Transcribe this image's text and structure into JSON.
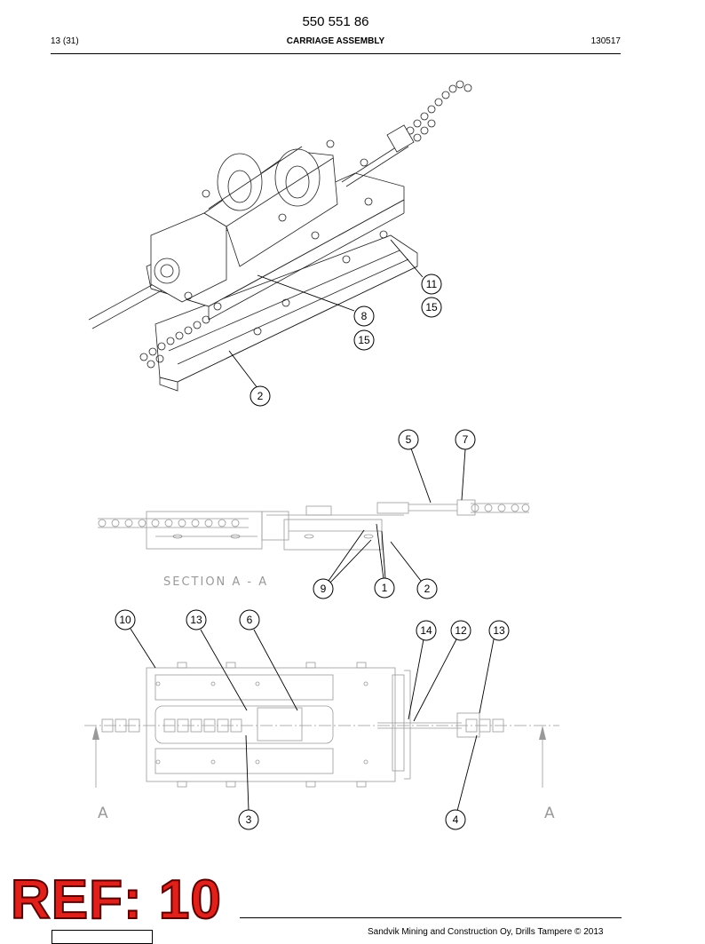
{
  "header": {
    "part_number": "550 551 86",
    "page": "13 (31)",
    "title": "CARRIAGE ASSEMBLY",
    "date_code": "130517"
  },
  "drawing": {
    "section_label": "SECTION A - A",
    "view_label_left": "A",
    "view_label_right": "A",
    "iso_callouts": [
      "11",
      "15",
      "8",
      "15",
      "2"
    ],
    "section_callouts": [
      "5",
      "7",
      "9",
      "1",
      "2"
    ],
    "plan_callouts": [
      "10",
      "13",
      "6",
      "14",
      "12",
      "13",
      "3",
      "4"
    ]
  },
  "stamp": {
    "text": "REF: 10"
  },
  "footer": {
    "text": "Sandvik Mining and Construction Oy, Drills Tampere © 2013"
  }
}
